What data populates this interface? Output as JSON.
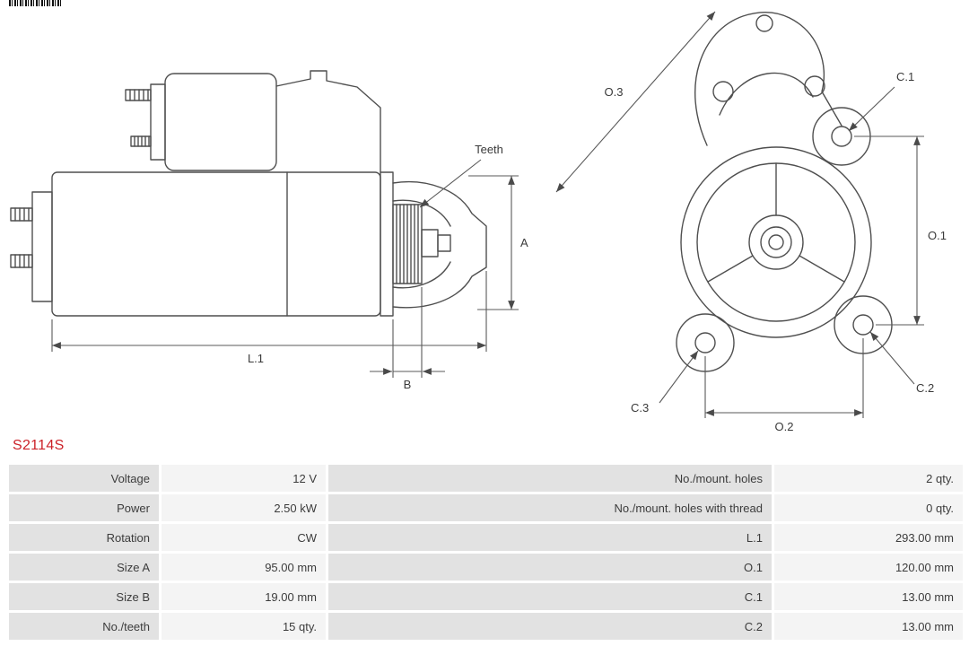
{
  "part_number": "S2114S",
  "diagram": {
    "labels": {
      "teeth": "Teeth",
      "a": "A",
      "b": "B",
      "l1": "L.1",
      "o1": "O.1",
      "o2": "O.2",
      "o3": "O.3",
      "c1": "C.1",
      "c2": "C.2",
      "c3": "C.3"
    }
  },
  "table": {
    "rows": [
      {
        "label_left": "Voltage",
        "value_left": "12 V",
        "label_right": "No./mount. holes",
        "value_right": "2 qty."
      },
      {
        "label_left": "Power",
        "value_left": "2.50 kW",
        "label_right": "No./mount. holes with thread",
        "value_right": "0 qty."
      },
      {
        "label_left": "Rotation",
        "value_left": "CW",
        "label_right": "L.1",
        "value_right": "293.00 mm"
      },
      {
        "label_left": "Size A",
        "value_left": "95.00 mm",
        "label_right": "O.1",
        "value_right": "120.00 mm"
      },
      {
        "label_left": "Size B",
        "value_left": "19.00 mm",
        "label_right": "C.1",
        "value_right": "13.00 mm"
      },
      {
        "label_left": "No./teeth",
        "value_left": "15 qty.",
        "label_right": "C.2",
        "value_right": "13.00 mm"
      }
    ]
  },
  "colors": {
    "part_number_red": "#cc2229",
    "label_cell_bg": "#e2e2e2",
    "value_cell_bg": "#f4f4f4",
    "drawing_line": "#4f4f4f",
    "text": "#3c3c3c"
  }
}
